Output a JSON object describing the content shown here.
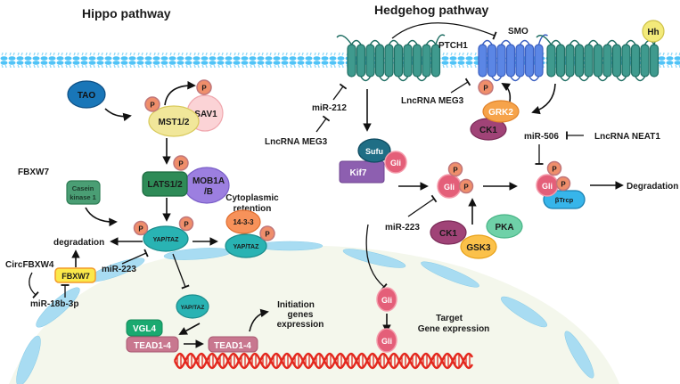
{
  "titles": {
    "hippo": "Hippo pathway",
    "hedgehog": "Hedgehog pathway"
  },
  "hippo": {
    "tao": "TAO",
    "mst": "MST1/2",
    "sav": "SAV1",
    "lats": "LATS1/2",
    "mob_line1": "MOB1A",
    "mob_line2": "/B",
    "fbxw7_label": "FBXW7",
    "casein_line1": "Casein",
    "casein_line2": "kinase 1",
    "yap": "YAP/TAZ",
    "degradation": "degradation",
    "retention_line1": "Cytoplasmic",
    "retention_line2": "retention",
    "protein1433": "14-3-3",
    "yap_retained": "YAP/TAZ",
    "mir223": "miR-223",
    "circ": "CircFBXW4",
    "fbxw7_box": "FBXW7",
    "mir18": "miR-18b-3p",
    "yap_nuclear": "YAP/TAZ",
    "vgl4": "VGL4",
    "tead1": "TEAD1-4",
    "tead2": "TEAD1-4",
    "init_line1": "Initiation",
    "init_line2": "genes",
    "init_line3": "expression"
  },
  "hedgehog": {
    "ptch1": "PTCH1",
    "smo": "SMO",
    "hh": "Hh",
    "mir212": "miR-212",
    "meg3_a": "LncRNA MEG3",
    "meg3_b": "LncRNA MEG3",
    "grk2": "GRK2",
    "ck1_top": "CK1",
    "mir506": "miR-506",
    "neat1": "LncRNA NEAT1",
    "sufu": "Sufu",
    "gli_sufu": "Gli",
    "kif7": "Kif7",
    "gli_p": "Gli",
    "mir223": "miR-223",
    "ck1": "CK1",
    "pka": "PKA",
    "gsk3": "GSK3",
    "gli_deg": "Gli",
    "btrcp": "βTrcp",
    "degradation": "Degradation",
    "gli_nuc1": "Gli",
    "gli_nuc2": "Gli",
    "target_line1": "Target",
    "target_line2": "Gene expression"
  },
  "phospho": "P",
  "colors": {
    "membrane": "#4fc3f7",
    "nucleus_fill": "#f4f7ec",
    "nucleus_envelope": "#a8dcf2",
    "tao": "#1976b8",
    "mst": "#f1e79a",
    "sav": "#fbd3d6",
    "lats": "#2e8b57",
    "mob": "#9c7fe0",
    "casein": "#4a9e74",
    "yap": "#29b3b3",
    "p_fill": "#ef8e6b",
    "p_stroke": "#c0767a",
    "fbxw7_fill": "#fbe84a",
    "fbxw7_stroke": "#f39b2a",
    "protein1433": "#f7925a",
    "vgl4": "#1aa970",
    "tead": "#c8778f",
    "dna": "#e3281e",
    "ptch": "#3f9a8e",
    "smo": "#5b86e5",
    "hh": "#f3ea7a",
    "grk2": "#f6a34a",
    "ck1": "#a04377",
    "sufu": "#1f6e85",
    "gli": "#e45f79",
    "kif7": "#8d5fb0",
    "pka": "#6fd1a8",
    "gsk3": "#fbc14a",
    "btrcp": "#37b5ea"
  }
}
